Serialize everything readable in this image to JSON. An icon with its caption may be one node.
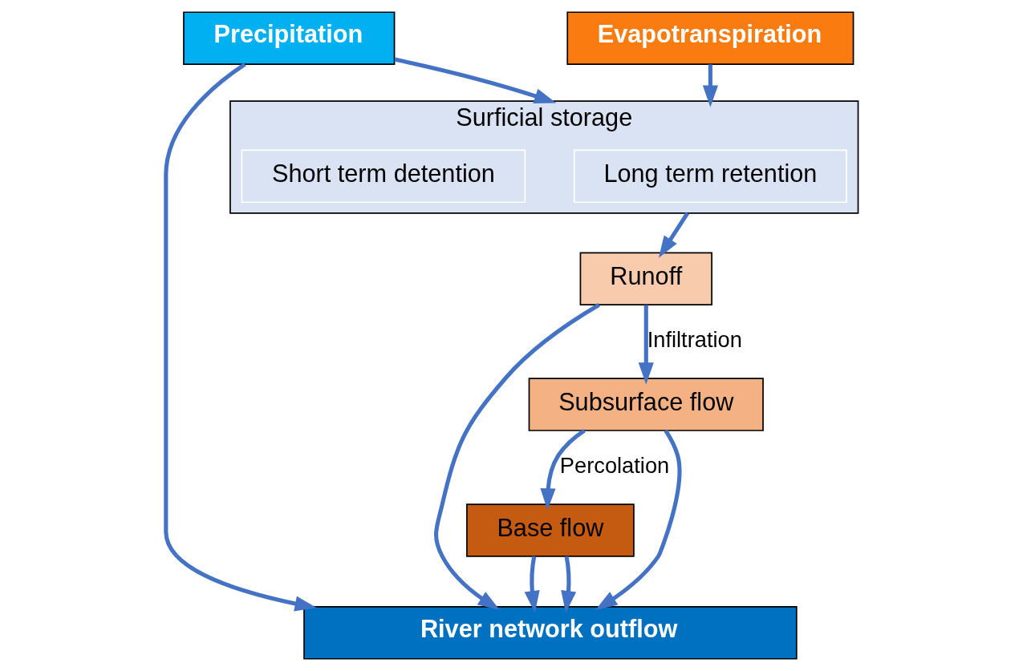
{
  "diagram": {
    "nodes": [
      {
        "text": [
          "Precipitation"
        ]
      },
      {
        "text": [
          "Evapotranspiration"
        ]
      },
      {
        "text": [
          "Surficial storage"
        ]
      },
      {
        "text": [
          "Long term retention"
        ],
        "in": 2
      },
      {
        "text": [
          "Short term detention"
        ],
        "in": 2
      },
      {
        "text": [
          "Runoff"
        ]
      },
      {
        "text": [
          "Subsurface flow"
        ]
      },
      {
        "text": [
          "Base flow"
        ]
      },
      {
        "text": [
          "River network outflow"
        ]
      }
    ],
    "edges": [
      {
        "from": 0,
        "to": 8,
        "arrow": "to"
      },
      {
        "from": 0,
        "to": 2,
        "arrow": "to"
      },
      {
        "from": 1,
        "to": 2,
        "arrow": "to"
      },
      {
        "from": 2,
        "to": 5,
        "arrow": "to"
      },
      {
        "from": 5,
        "to": 6,
        "arrow": "to",
        "label": "Infiltration"
      },
      {
        "from": 6,
        "to": 7,
        "arrow": "to",
        "label": "Percolation"
      },
      {
        "from": 7,
        "to": 8,
        "arrow": "to"
      },
      {
        "from": 5,
        "to": 8,
        "arrow": "to"
      },
      {
        "from": 6,
        "to": 8,
        "arrow": "to"
      },
      {
        "from": 7,
        "to": 8,
        "arrow": "to"
      }
    ]
  }
}
